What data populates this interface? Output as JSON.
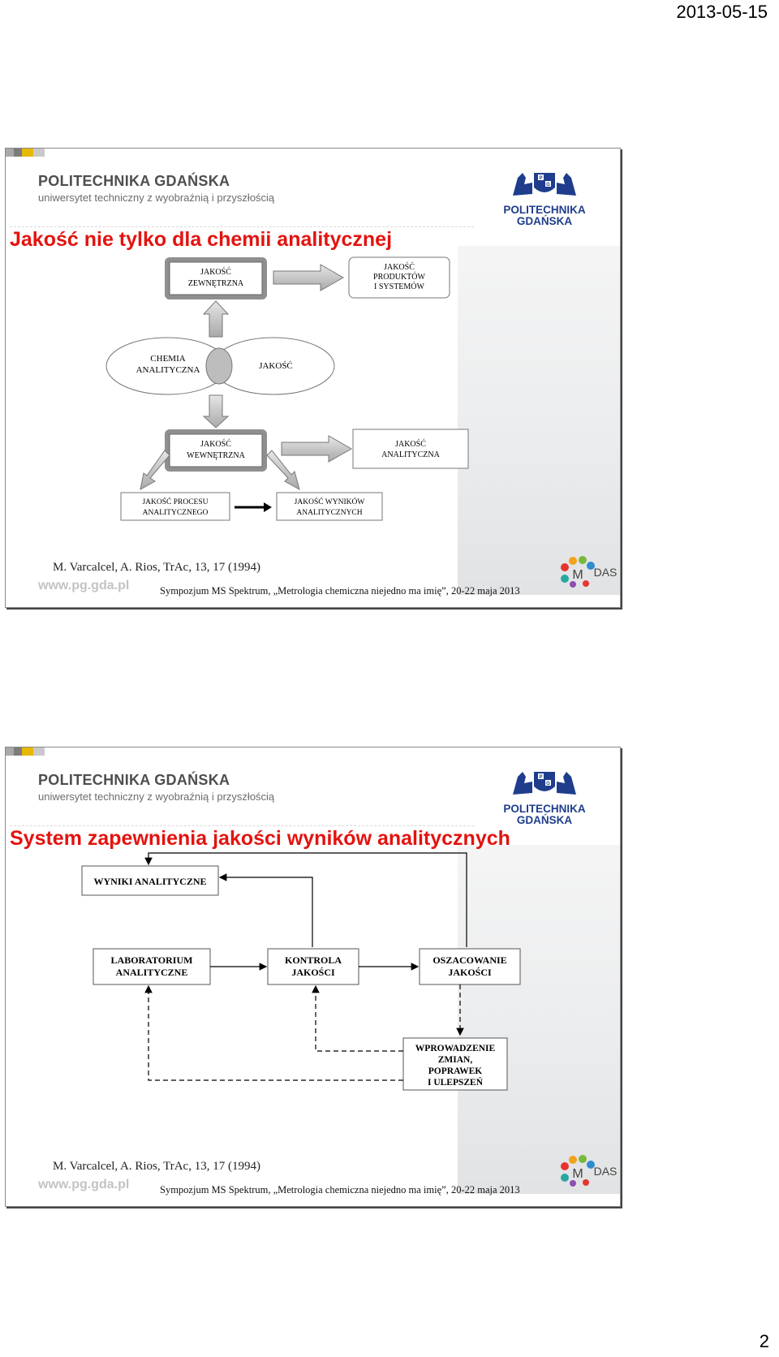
{
  "page": {
    "date": "2013-05-15",
    "number": "2"
  },
  "header": {
    "university_name": "POLITECHNIKA GDAŃSKA",
    "tagline": "uniwersytet techniczny z wyobraźnią i przyszłością",
    "logo_text_line1": "POLITECHNIKA",
    "logo_text_line2": "GDAŃSKA",
    "logo_shield_letters": [
      "P",
      "G"
    ]
  },
  "footer": {
    "citation": "M. Varcalcel, A. Rios, TrAc, 13, 17 (1994)",
    "website": "www.pg.gda.pl",
    "event": "Sympozjum  MS Spektrum, „Metrologia chemiczna niejedno ma imię”, 20-22 maja 2013",
    "mdas_letters": [
      "M",
      "DAS"
    ]
  },
  "colors": {
    "title_red": "#e3130f",
    "logo_blue": "#1f3d8c",
    "bar_gold": "#e7b800",
    "bar_grey": "#a8a8a8"
  },
  "slides": [
    {
      "title": "Jakość nie tylko dla chemii analitycznej",
      "diagram": {
        "external_quality": [
          "JAKOŚĆ",
          "ZEWNĘTRZNA"
        ],
        "product_quality": [
          "JAKOŚĆ",
          "PRODUKTÓW",
          "I SYSTEMÓW"
        ],
        "analytical_chemistry": [
          "CHEMIA",
          "ANALITYCZNA"
        ],
        "quality": [
          "JAKOŚĆ"
        ],
        "internal_quality": [
          "JAKOŚĆ",
          "WEWNĘTRZNA"
        ],
        "analytical_quality": [
          "JAKOŚĆ",
          "ANALITYCZNA"
        ],
        "process_quality": [
          "JAKOŚĆ PROCESU",
          "ANALITYCZNEGO"
        ],
        "results_quality": [
          "JAKOŚĆ WYNIKÓW",
          "ANALITYCZNYCH"
        ]
      }
    },
    {
      "title": "System zapewnienia jakości wyników analitycznych",
      "diagram": {
        "analytical_results": [
          "WYNIKI ANALITYCZNE"
        ],
        "laboratory": [
          "LABORATORIUM",
          "ANALITYCZNE"
        ],
        "quality_control": [
          "KONTROLA",
          "JAKOŚCI"
        ],
        "quality_assessment": [
          "OSZACOWANIE",
          "JAKOŚCI"
        ],
        "improvements": [
          "WPROWADZENIE",
          "ZMIAN,",
          "POPRAWEK",
          "I ULEPSZEŃ"
        ]
      }
    }
  ]
}
